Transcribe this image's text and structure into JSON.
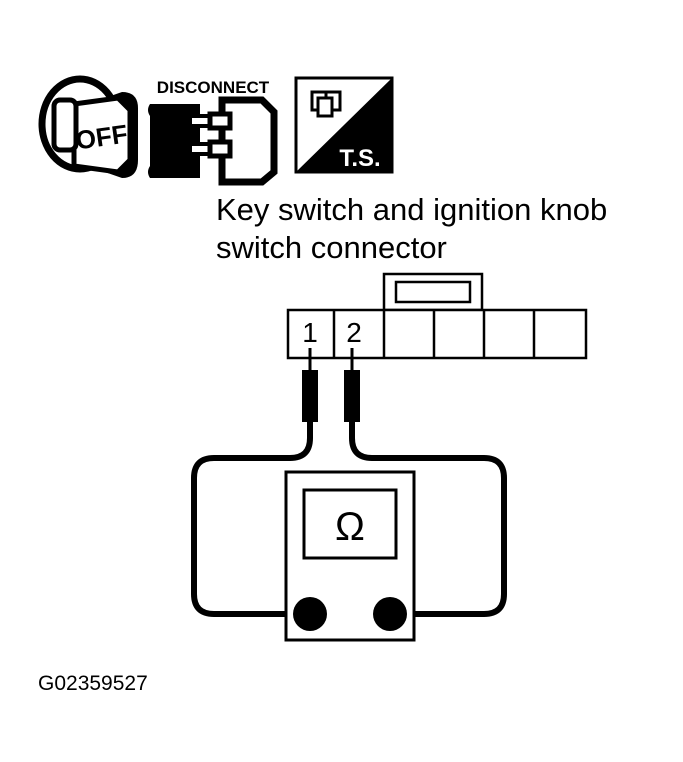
{
  "icons": {
    "key_off_text": "OFF",
    "disconnect_text": "DISCONNECT",
    "ts_text": "T.S."
  },
  "connector_label": {
    "line1": "Key switch and ignition knob",
    "line2": "switch connector"
  },
  "connector": {
    "pin1": "1",
    "pin2": "2"
  },
  "meter": {
    "symbol": "Ω"
  },
  "figure_id": "G02359527"
}
